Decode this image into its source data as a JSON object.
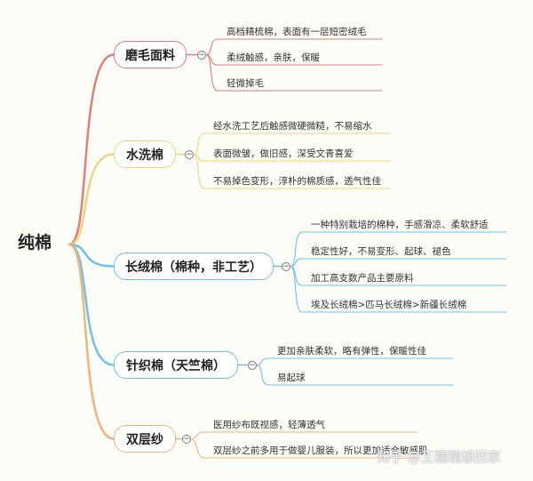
{
  "root": {
    "label": "纯棉"
  },
  "branches": [
    {
      "label": "磨毛面料",
      "color": "#e07d7d",
      "leaves": [
        "高档精梳棉，表面有一层短密绒毛",
        "柔绒触感，亲肤，保暖",
        "轻微掉毛"
      ]
    },
    {
      "label": "水洗棉",
      "color": "#f3d27e",
      "leaves": [
        "经水洗工艺后触感微硬微糙，不易缩水",
        "表面微皱，做旧感，深受文青喜爱",
        "不易掉色变形，淳朴的棉质感，透气性佳"
      ]
    },
    {
      "label": "长绒棉（棉种，非工艺）",
      "color": "#6cc3e6",
      "leaves": [
        "一种特别栽培的棉种，手感滑凉、柔软舒适",
        "稳定性好，不易变形、起球、褪色",
        "加工高支数产品主要原料",
        "埃及长绒棉>匹马长绒棉>新疆长绒棉"
      ]
    },
    {
      "label": "针织棉（天竺棉）",
      "color": "#6cc3e6",
      "leaves": [
        "更加亲肤柔软，略有弹性，保暖性佳",
        "易起球"
      ]
    },
    {
      "label": "双层纱",
      "color": "#f3b27a",
      "leaves": [
        "医用纱布既视感，轻薄透气",
        "双层纱之前多用于做婴儿服装，所以更加适合敏感肌"
      ]
    }
  ],
  "collapse_symbol": "−",
  "watermark": "知乎 @王糯糯想回家"
}
